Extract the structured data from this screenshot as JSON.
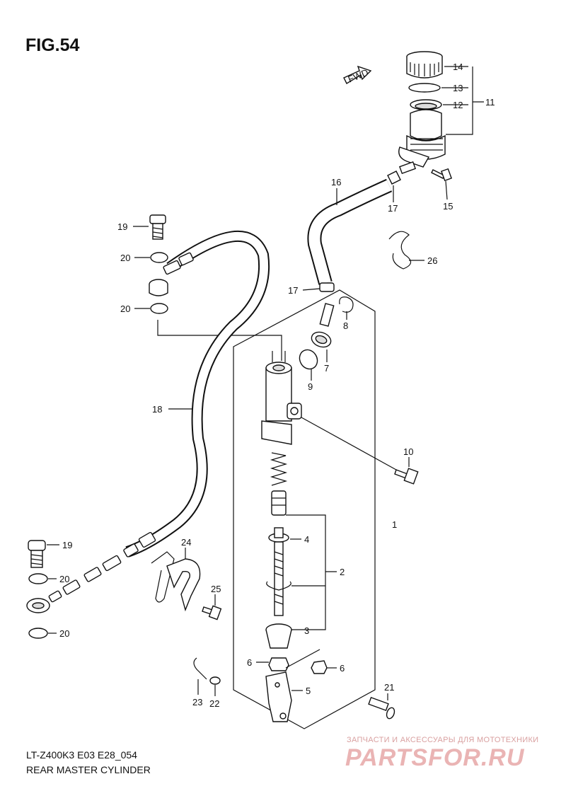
{
  "figure": {
    "title": "FIG.54",
    "fwd_label": "FWD"
  },
  "callouts": {
    "p1": "1",
    "p2": "2",
    "p3": "3",
    "p4": "4",
    "p5": "5",
    "p6a": "6",
    "p6b": "6",
    "p7": "7",
    "p8": "8",
    "p9": "9",
    "p10": "10",
    "p11": "11",
    "p12": "12",
    "p13": "13",
    "p14": "14",
    "p15": "15",
    "p16": "16",
    "p17a": "17",
    "p17b": "17",
    "p18": "18",
    "p19a": "19",
    "p19b": "19",
    "p20a": "20",
    "p20b": "20",
    "p20c": "20",
    "p20d": "20",
    "p21": "21",
    "p22": "22",
    "p23": "23",
    "p24": "24",
    "p25": "25",
    "p26": "26"
  },
  "footer": {
    "model_code": "LT-Z400K3 E03 E28_054",
    "section_title": "REAR MASTER CYLINDER"
  },
  "watermark": {
    "tagline": "ЗАПЧАСТИ И АКСЕССУАРЫ ДЛЯ МОТОТЕХНИКИ",
    "logo": "PARTSFOR.RU"
  }
}
